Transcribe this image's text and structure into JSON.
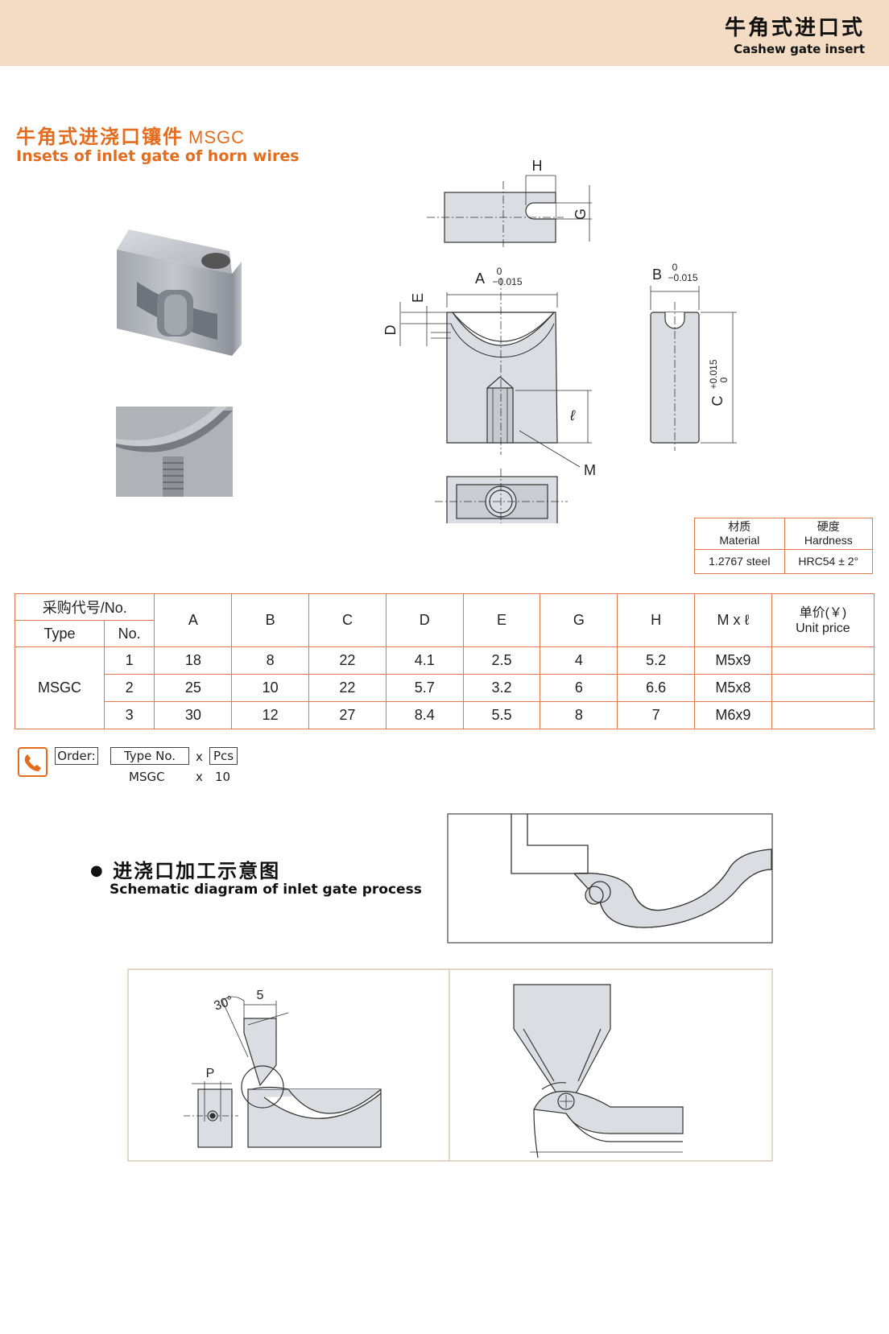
{
  "header": {
    "title_cn": "牛角式进口式",
    "title_en": "Cashew gate insert"
  },
  "section": {
    "title_cn": "牛角式进浇口镶件",
    "code": "MSGC",
    "title_en": "Insets of inlet gate of horn wires"
  },
  "drawing_labels": {
    "H": "H",
    "G": "G",
    "A": "A",
    "B": "B",
    "C": "C",
    "D": "D",
    "E": "E",
    "M": "M",
    "ell": "ℓ",
    "tol_minus_top": "0",
    "tol_minus_bottom": "−0.015",
    "tol_plus_top": "+0.015",
    "tol_plus_bottom": "0"
  },
  "material_table": {
    "material_cn": "材质",
    "material_en": "Material",
    "hardness_cn": "硬度",
    "hardness_en": "Hardness",
    "material_value": "1.2767 steel",
    "hardness_value": "HRC54 ± 2°"
  },
  "spec_table": {
    "header_no": "采购代号/No.",
    "header_type": "Type",
    "header_no_short": "No.",
    "columns": [
      "A",
      "B",
      "C",
      "D",
      "E",
      "G",
      "H",
      "M x ℓ"
    ],
    "price_cn": "单价(￥)",
    "price_en": "Unit price",
    "type_value": "MSGC",
    "rows": [
      {
        "no": "1",
        "A": "18",
        "B": "8",
        "C": "22",
        "D": "4.1",
        "E": "2.5",
        "G": "4",
        "H": "5.2",
        "M": "M5x9"
      },
      {
        "no": "2",
        "A": "25",
        "B": "10",
        "C": "22",
        "D": "5.7",
        "E": "3.2",
        "G": "6",
        "H": "6.6",
        "M": "M5x8"
      },
      {
        "no": "3",
        "A": "30",
        "B": "12",
        "C": "27",
        "D": "8.4",
        "E": "5.5",
        "G": "8",
        "H": "7",
        "M": "M6x9"
      }
    ]
  },
  "order": {
    "label": "Order:",
    "type_label": "Type No.",
    "x": "x",
    "pcs_label": "Pcs",
    "type_value": "MSGC",
    "pcs_value": "10"
  },
  "schematic": {
    "title_cn": "进浇口加工示意图",
    "title_en": "Schematic diagram of inlet gate process"
  },
  "process_labels": {
    "angle": "30°",
    "width": "5",
    "P": "P"
  },
  "colors": {
    "accent": "#e36c1e",
    "border": "#e07a4a",
    "header_bg": "#f3dcc3",
    "part_fill": "#dcdde3"
  }
}
